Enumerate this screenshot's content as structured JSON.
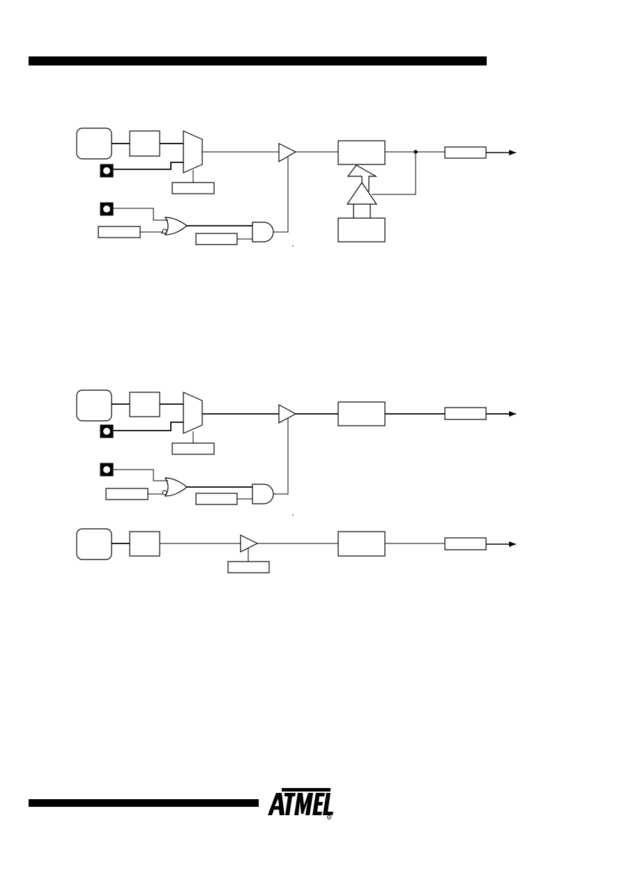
{
  "page": {
    "header_bar": "",
    "footer_bar": ""
  },
  "logo": {
    "name": "atmel-logo",
    "text": "ATMEL",
    "registered": "®",
    "color": "#000000"
  },
  "figures": [
    {
      "id": "figure-1",
      "description_visible": false
    },
    {
      "id": "figure-2",
      "description_visible": false
    },
    {
      "id": "figure-3",
      "description_visible": false
    }
  ],
  "colors": {
    "ink": "#000000",
    "paper": "#ffffff"
  }
}
